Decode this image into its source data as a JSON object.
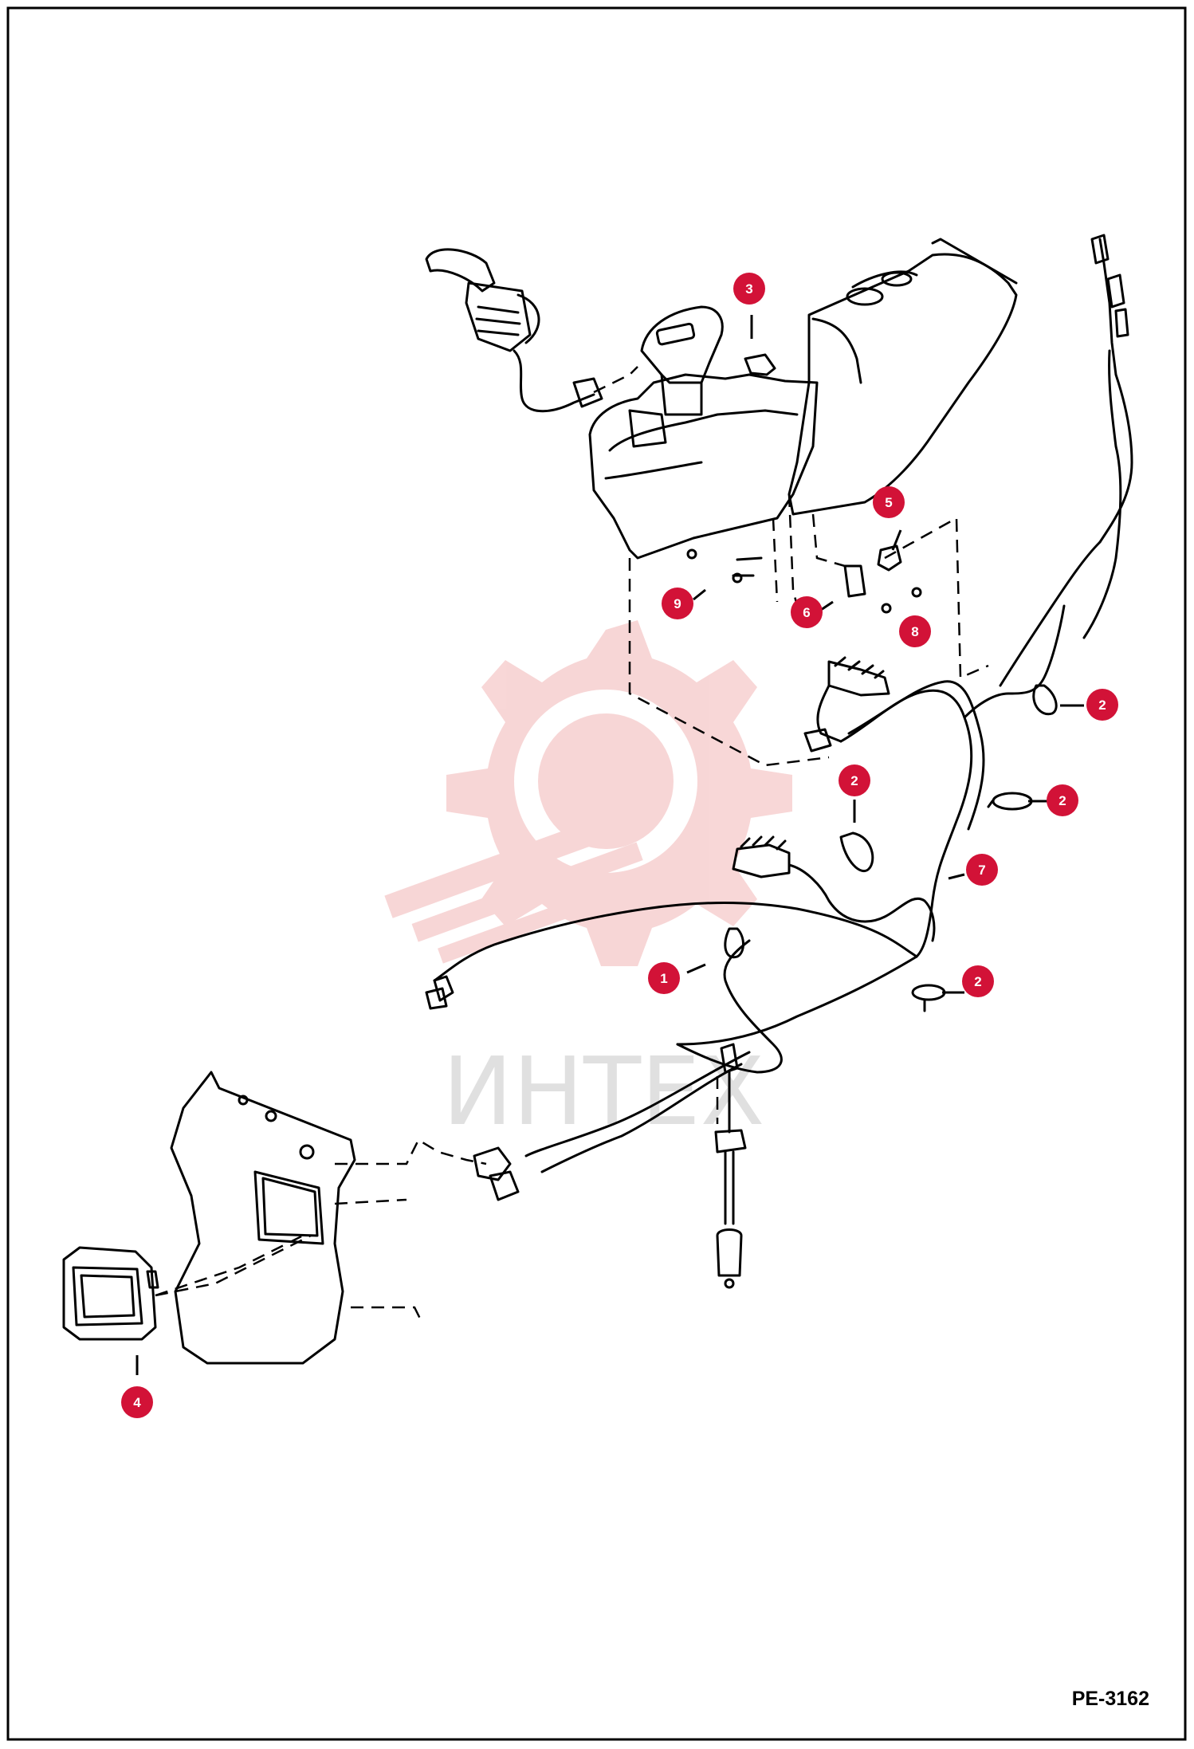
{
  "diagram": {
    "reference_code": "PE-3162",
    "watermark_text": "ИНТЕХ",
    "colors": {
      "callout": "#d21237",
      "line": "#000000",
      "watermark": "#f5c6c6",
      "frame": "#000000"
    },
    "callouts": [
      {
        "label": "3"
      },
      {
        "label": "5"
      },
      {
        "label": "9"
      },
      {
        "label": "6"
      },
      {
        "label": "8"
      },
      {
        "label": "2"
      },
      {
        "label": "2"
      },
      {
        "label": "2"
      },
      {
        "label": "7"
      },
      {
        "label": "1"
      },
      {
        "label": "2"
      },
      {
        "label": "4"
      }
    ],
    "icons": [
      "gear-wrench-watermark-icon"
    ]
  }
}
